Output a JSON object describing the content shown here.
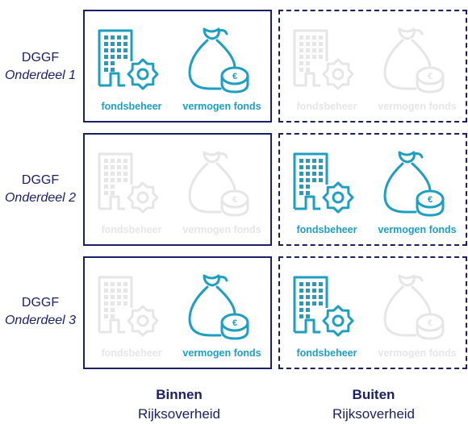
{
  "colors": {
    "navy": "#1b1f63",
    "active": "#1e9fbf",
    "inactive": "#e6e6e6"
  },
  "rows": [
    {
      "title": "DGGF",
      "subtitle": "Onderdeel 1",
      "binnen": {
        "fondsbeheer": true,
        "vermogen": true
      },
      "buiten": {
        "fondsbeheer": false,
        "vermogen": false
      }
    },
    {
      "title": "DGGF",
      "subtitle": "Onderdeel 2",
      "binnen": {
        "fondsbeheer": false,
        "vermogen": false
      },
      "buiten": {
        "fondsbeheer": true,
        "vermogen": true
      }
    },
    {
      "title": "DGGF",
      "subtitle": "Onderdeel 3",
      "binnen": {
        "fondsbeheer": false,
        "vermogen": true
      },
      "buiten": {
        "fondsbeheer": true,
        "vermogen": false
      }
    }
  ],
  "captions": {
    "fondsbeheer": "fondsbeheer",
    "vermogen": "vermogen fonds"
  },
  "icons": {
    "fondsbeheer": "building-gear-icon",
    "vermogen": "money-bag-euro-coin-icon"
  },
  "columns": [
    {
      "bold": "Binnen",
      "regular": "Rijksoverheid"
    },
    {
      "bold": "Buiten",
      "regular": "Rijksoverheid"
    }
  ]
}
